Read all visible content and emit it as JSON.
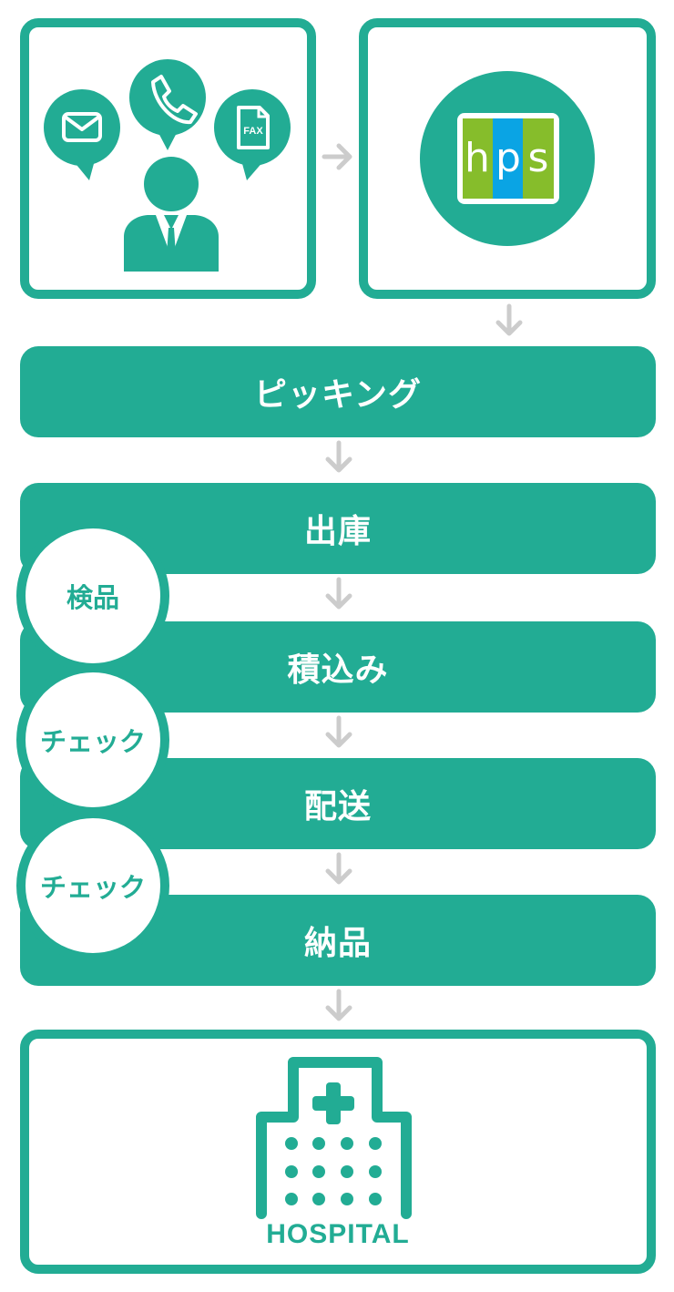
{
  "colors": {
    "accent": "#22ac94",
    "arrow": "#cccccc",
    "logo_green": "#86bd2b",
    "logo_blue": "#0aa4e4",
    "text_on_accent": "#ffffff"
  },
  "order_channels": {
    "icons": [
      "mail-icon",
      "phone-icon",
      "fax-icon",
      "person-icon"
    ],
    "fax_label": "FAX"
  },
  "system": {
    "logo_letters": [
      "h",
      "p",
      "s"
    ]
  },
  "steps": [
    "ピッキング",
    "出庫",
    "積込み",
    "配送",
    "納品"
  ],
  "checks": [
    "検品",
    "チェック",
    "チェック"
  ],
  "destination": {
    "icon": "hospital-icon",
    "label": "HOSPITAL"
  }
}
